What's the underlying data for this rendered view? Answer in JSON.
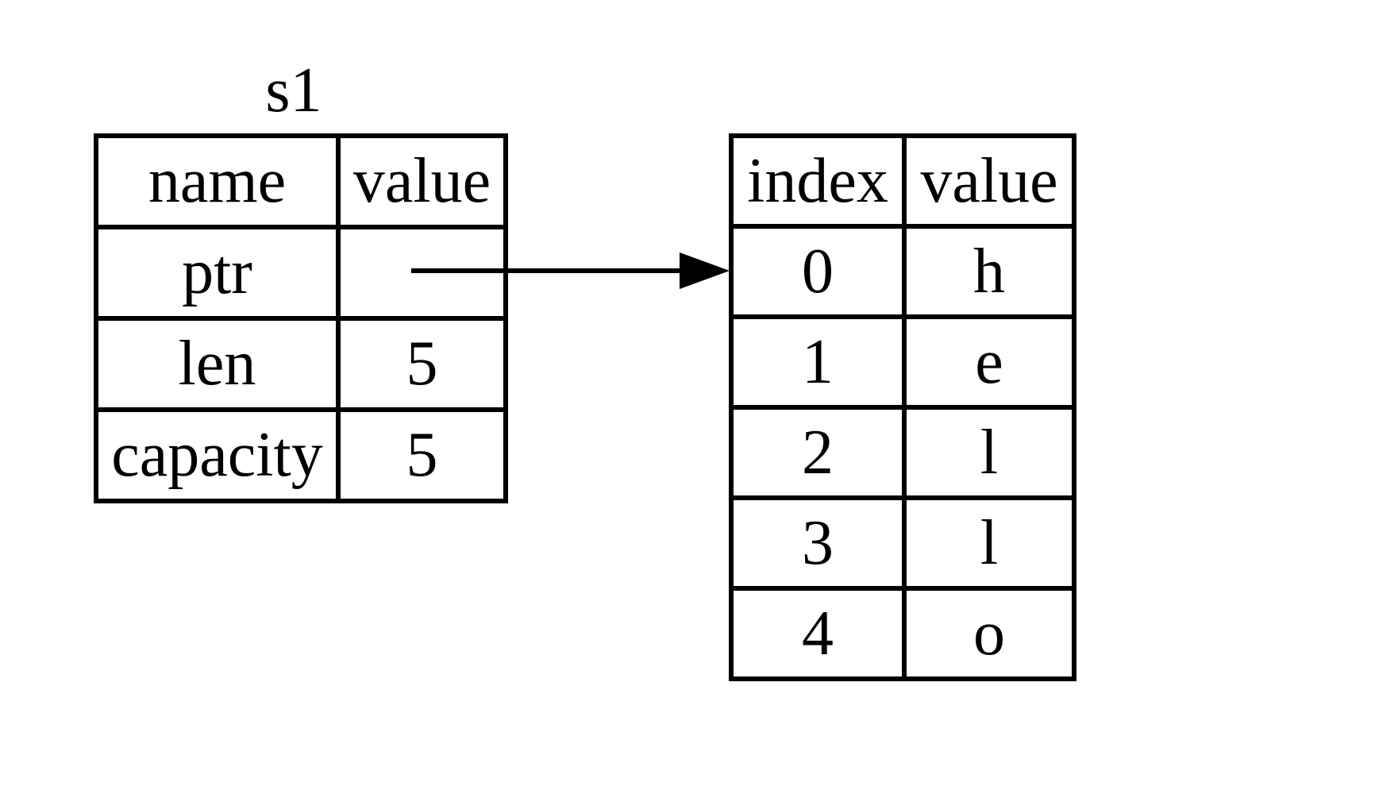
{
  "colors": {
    "foreground": "#000000",
    "background": "#ffffff"
  },
  "stack_table": {
    "label": "s1",
    "headers": {
      "col1": "name",
      "col2": "value"
    },
    "rows": [
      {
        "name": "ptr",
        "value": ""
      },
      {
        "name": "len",
        "value": "5"
      },
      {
        "name": "capacity",
        "value": "5"
      }
    ]
  },
  "heap_table": {
    "headers": {
      "col1": "index",
      "col2": "value"
    },
    "rows": [
      {
        "index": "0",
        "value": "h"
      },
      {
        "index": "1",
        "value": "e"
      },
      {
        "index": "2",
        "value": "l"
      },
      {
        "index": "3",
        "value": "l"
      },
      {
        "index": "4",
        "value": "o"
      }
    ]
  },
  "arrow": {
    "name": "ptr-to-heap-arrow"
  }
}
